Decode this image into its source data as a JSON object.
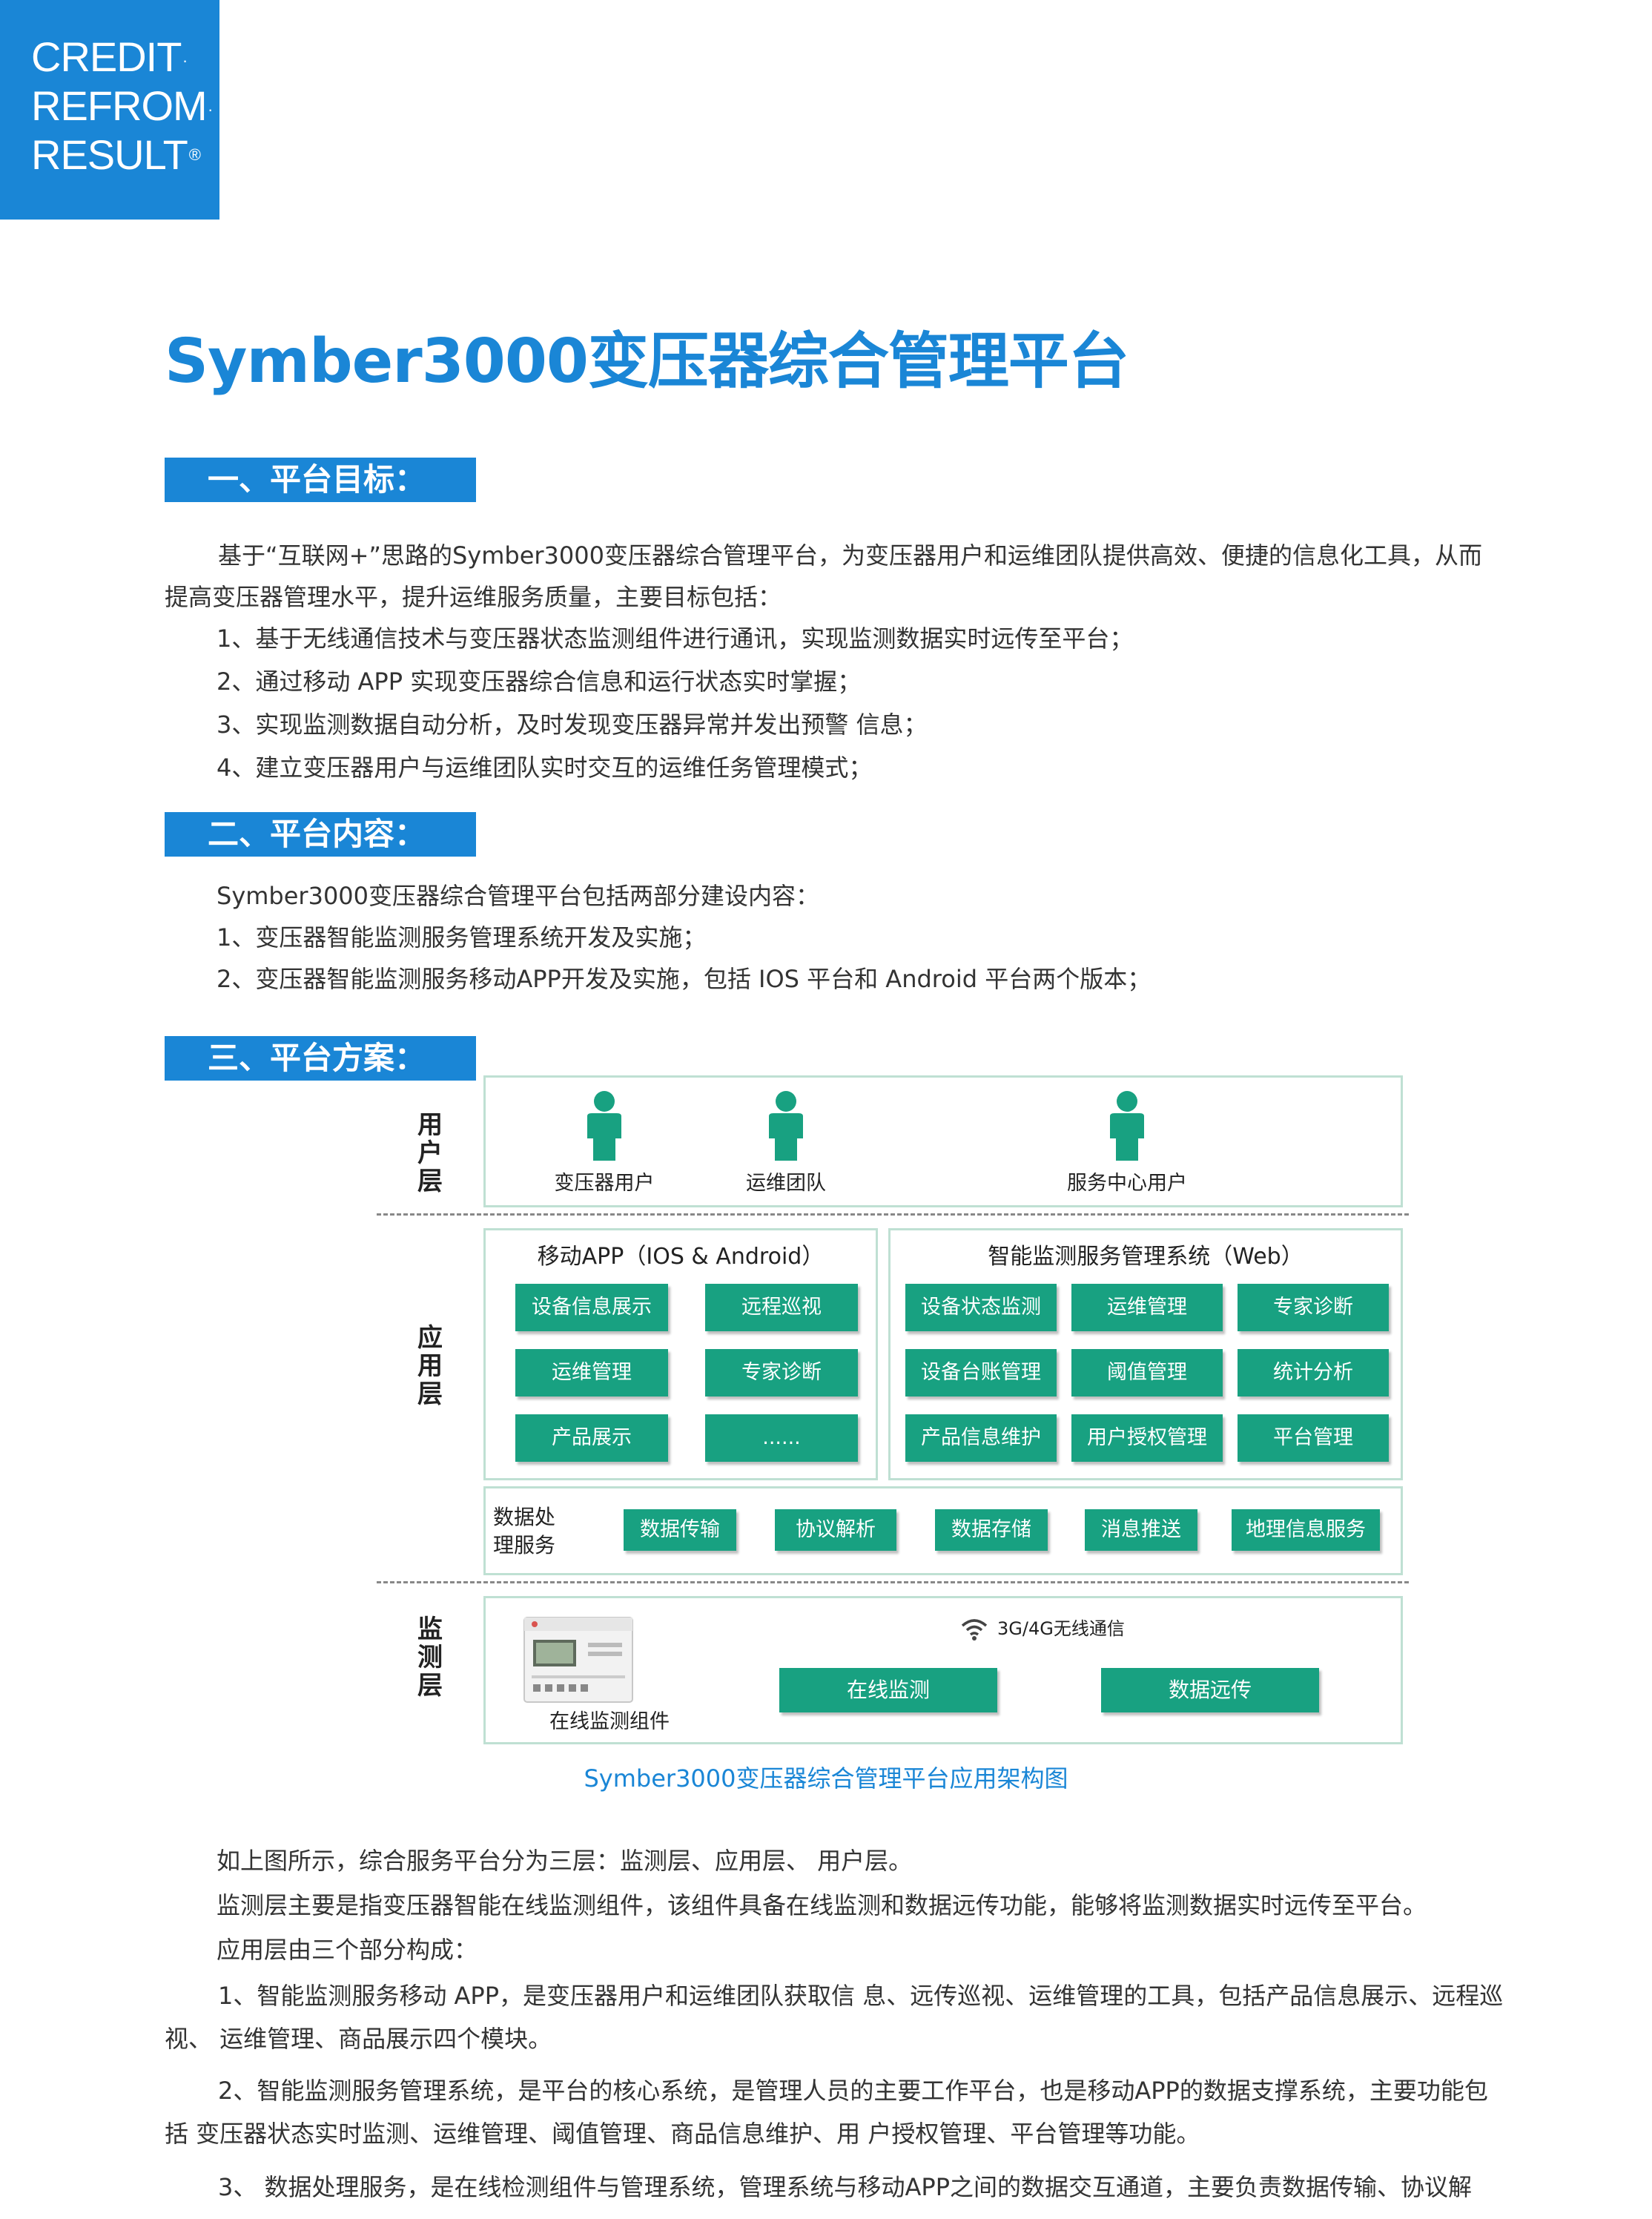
{
  "logo": {
    "lines": [
      "CREDIT",
      "REFROM",
      "RESULT"
    ],
    "marks": [
      ".",
      ".",
      "®"
    ]
  },
  "title": "Symber3000变压器综合管理平台",
  "sections": {
    "s1": {
      "heading": "一、平台目标：",
      "intro_1": "基于“互联网+”思路的Symber3000变压器综合管理平台，为变压器用户和运维团队提供高效、便捷的信息化工具，从而",
      "intro_2": "提高变压器管理水平，提升运维服务质量，主要目标包括：",
      "items": [
        "1、基于无线通信技术与变压器状态监测组件进行通讯，实现监测数据实时远传至平台；",
        "2、通过移动 APP 实现变压器综合信息和运行状态实时掌握；",
        "3、实现监测数据自动分析，及时发现变压器异常并发出预警 信息；",
        "4、建立变压器用户与运维团队实时交互的运维任务管理模式；"
      ]
    },
    "s2": {
      "heading": "二、平台内容：",
      "lines": [
        "Symber3000变压器综合管理平台包括两部分建设内容：",
        "1、变压器智能监测服务管理系统开发及实施；",
        "2、变压器智能监测服务移动APP开发及实施，包括 IOS 平台和 Android 平台两个版本；"
      ]
    },
    "s3": {
      "heading": "三、平台方案："
    }
  },
  "diagram": {
    "layers": {
      "user": "用户层",
      "app": "应用层",
      "monitor": "监测层"
    },
    "users": [
      "变压器用户",
      "运维团队",
      "服务中心用户"
    ],
    "mobile": {
      "title": "移动APP（IOS & Android）",
      "buttons": [
        "设备信息展示",
        "远程巡视",
        "运维管理",
        "专家诊断",
        "产品展示",
        "......"
      ]
    },
    "web": {
      "title": "智能监测服务管理系统（Web）",
      "buttons": [
        "设备状态监测",
        "运维管理",
        "专家诊断",
        "设备台账管理",
        "阈值管理",
        "统计分析",
        "产品信息维护",
        "用户授权管理",
        "平台管理"
      ]
    },
    "data_service": {
      "label_1": "数据处",
      "label_2": "理服务",
      "buttons": [
        "数据传输",
        "协议解析",
        "数据存储",
        "消息推送",
        "地理信息服务"
      ]
    },
    "monitor": {
      "wireless": "3G/4G无线通信",
      "device_label": "在线监测组件",
      "buttons": [
        "在线监测",
        "数据远传"
      ]
    }
  },
  "caption": "Symber3000变压器综合管理平台应用架构图",
  "body": {
    "p1": "如上图所示，综合服务平台分为三层：监测层、应用层、 用户层。",
    "p2": "监测层主要是指变压器智能在线监测组件，该组件具备在线监测和数据远传功能，能够将监测数据实时远传至平台。",
    "p3": "应用层由三个部分构成：",
    "p4a": "1、智能监测服务移动 APP，是变压器用户和运维团队获取信 息、远传巡视、运维管理的工具，包括产品信息展示、远程巡",
    "p4b": "视、 运维管理、商品展示四个模块。",
    "p5a": "2、智能监测服务管理系统，是平台的核心系统，是管理人员的主要工作平台，也是移动APP的数据支撑系统，主要功能包",
    "p5b": "括 变压器状态实时监测、运维管理、阈值管理、商品信息维护、用 户授权管理、平台管理等功能。",
    "p6": "3、 数据处理服务，是在线检测组件与管理系统，管理系统与移动APP之间的数据交互通道，主要负责数据传输、协议解"
  },
  "colors": {
    "brand_blue": "#1a86d6",
    "green": "#18a181",
    "panel_border": "#bfe0d3"
  }
}
